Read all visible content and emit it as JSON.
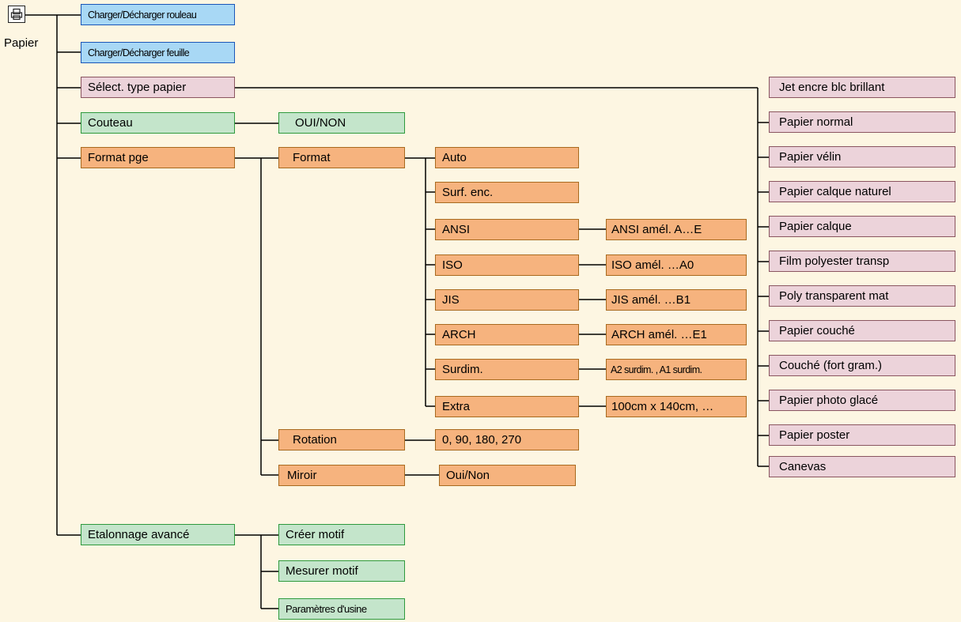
{
  "root": {
    "label": "Papier",
    "icon": "paper-icon"
  },
  "colors": {
    "background": "#fdf6e2",
    "blue": "#a8d8f5",
    "pink": "#ecd3da",
    "green": "#c4e5cb",
    "orange": "#f6b37e"
  },
  "menu": {
    "charger_rouleau": "Charger/Décharger rouleau",
    "charger_feuille": "Charger/Décharger feuille",
    "select_type": "Sélect. type papier",
    "couteau": "Couteau",
    "couteau_oui_non": "OUI/NON",
    "format_pge": "Format pge",
    "format": "Format",
    "rotation": "Rotation",
    "miroir": "Miroir",
    "etalonnage": "Etalonnage avancé",
    "creer_motif": "Créer motif",
    "mesurer_motif": "Mesurer motif",
    "parametres_usine": "Paramètres d'usine",
    "rotation_values": "0, 90, 180, 270",
    "miroir_values": "Oui/Non"
  },
  "formats": [
    {
      "label": "Auto"
    },
    {
      "label": "Surf. enc."
    },
    {
      "label": "ANSI",
      "detail": "ANSI amél. A…E"
    },
    {
      "label": "ISO",
      "detail": "ISO amél. …A0"
    },
    {
      "label": "JIS",
      "detail": "JIS amél. …B1"
    },
    {
      "label": "ARCH",
      "detail": "ARCH amél.  …E1"
    },
    {
      "label": "Surdim.",
      "detail": "A2 surdim. , A1 surdim."
    },
    {
      "label": "Extra",
      "detail": "100cm x 140cm, …"
    }
  ],
  "paper_types": [
    "Jet encre blc brillant",
    "Papier normal",
    "Papier vélin",
    "Papier calque naturel",
    "Papier calque",
    "Film polyester transp",
    "Poly transparent mat",
    "Papier couché",
    "Couché (fort gram.)",
    "Papier photo glacé",
    "Papier poster",
    "Canevas"
  ]
}
